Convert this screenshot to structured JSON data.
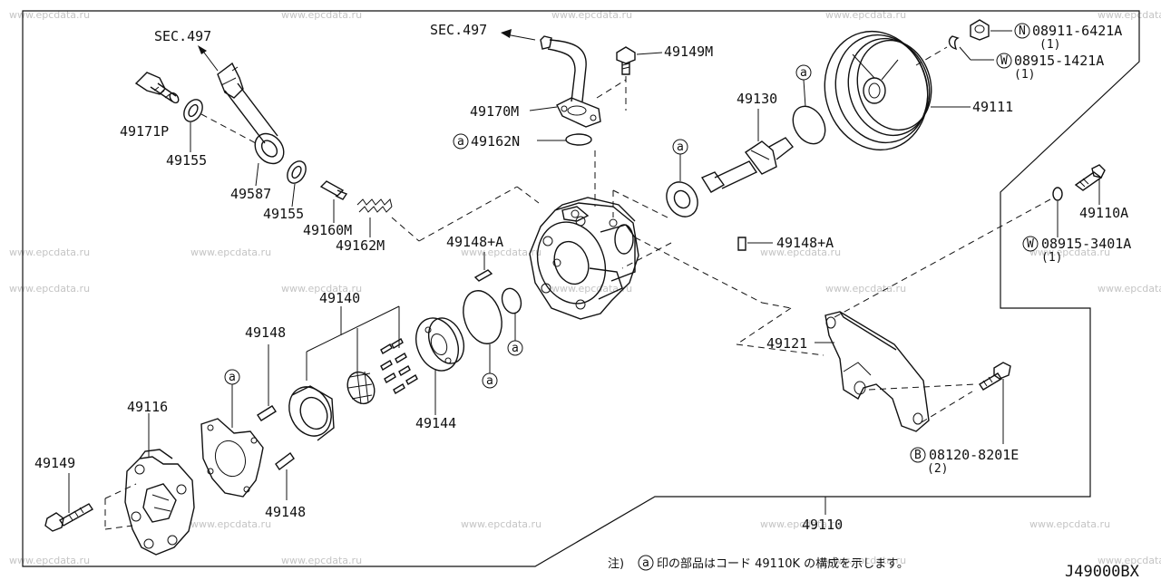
{
  "watermark": "www.epcdata.ru",
  "diagram_code": "J49000BX",
  "footnote": {
    "prefix": "注)",
    "marker": "a",
    "text": "印の部品はコード 49110K の構成を示します。"
  },
  "markers": {
    "a": "a",
    "N": "N",
    "W": "W",
    "B": "B"
  },
  "labels": {
    "sec_left": "SEC.497",
    "sec_top": "SEC.497",
    "p49171P": "49171P",
    "p49155a": "49155",
    "p49587": "49587",
    "p49155b": "49155",
    "p49160M": "49160M",
    "p49162M": "49162M",
    "p49170M": "49170M",
    "p49162N": "49162N",
    "p49149M": "49149M",
    "p49130": "49130",
    "p49111": "49111",
    "p08911": "08911-6421A",
    "q08911": "(1)",
    "p08915a": "08915-1421A",
    "q08915a": "(1)",
    "p49148A_a": "49148+A",
    "p49148A_b": "49148+A",
    "p49110A": "49110A",
    "p08915b": "08915-3401A",
    "q08915b": "(1)",
    "p49140": "49140",
    "p49148a": "49148",
    "p49148b": "49148",
    "p49116": "49116",
    "p49149": "49149",
    "p49144": "49144",
    "p49121": "49121",
    "p08120": "08120-8201E",
    "q08120": "(2)",
    "p49110": "49110"
  }
}
